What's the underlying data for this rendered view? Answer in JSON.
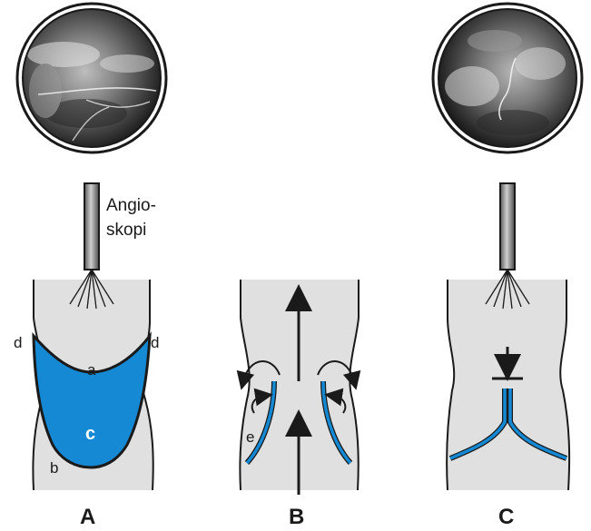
{
  "angioscope_label_line1": "Angio-",
  "angioscope_label_line2": "skopi",
  "panels": {
    "A": {
      "label": "A",
      "letters": {
        "a": "a",
        "b": "b",
        "c": "c",
        "d_left": "d",
        "d_right": "d"
      }
    },
    "B": {
      "label": "B",
      "letters": {
        "e": "e"
      }
    },
    "C": {
      "label": "C"
    }
  },
  "colors": {
    "vessel_fill": "#e0e0e0",
    "valve_blue": "#1689d4",
    "outline": "#1a1a1a"
  }
}
